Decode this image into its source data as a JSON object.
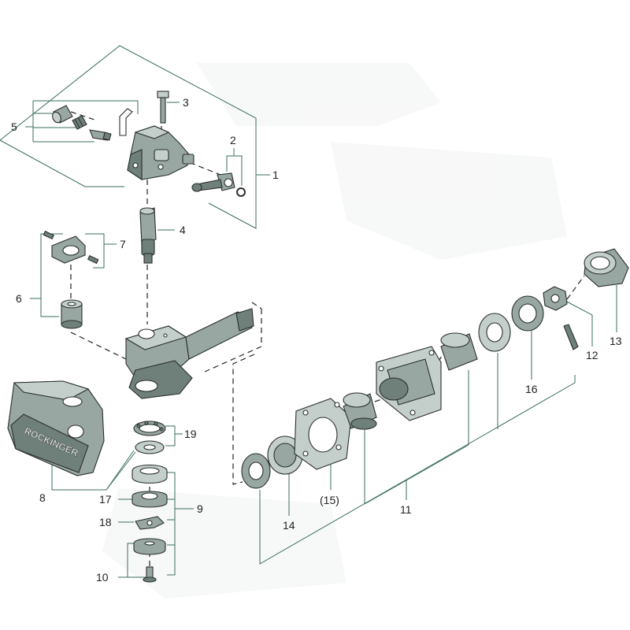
{
  "brand": {
    "logo_text": "ROCKINGER"
  },
  "callouts": {
    "c1": "1",
    "c2": "2",
    "c3": "3",
    "c4": "4",
    "c5": "5",
    "c6": "6",
    "c7": "7",
    "c8": "8",
    "c9": "9",
    "c10": "10",
    "c11": "11",
    "c12": "12",
    "c13": "13",
    "c14": "14",
    "c15": "(15)",
    "c16": "16",
    "c17": "17",
    "c18": "18",
    "c19": "19"
  },
  "colors": {
    "leader_line": "#3b6e5a",
    "part_mid": "#98a7a1",
    "part_light": "#c4cfcb",
    "part_dark": "#6f7f79",
    "outline": "#2a2f2d"
  }
}
